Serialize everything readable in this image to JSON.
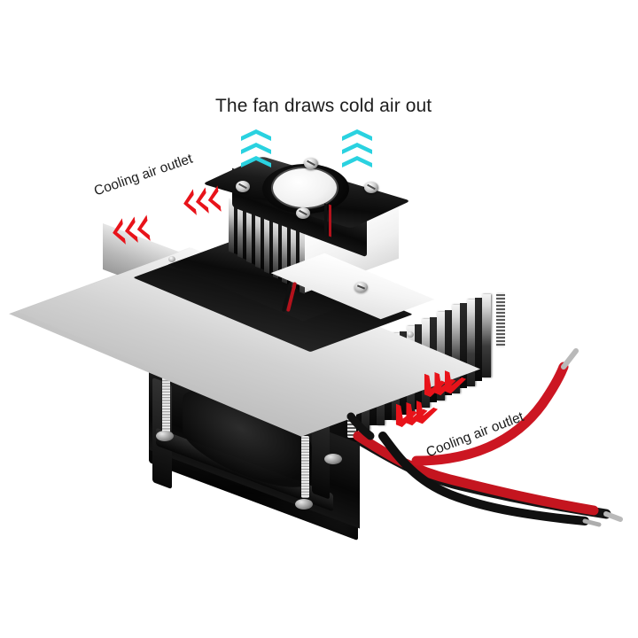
{
  "diagram": {
    "title": "The fan draws cold air out",
    "background_color": "#ffffff",
    "subject": "Thermoelectric Peltier cooler assembly with top fan, aluminium heat block, finned heatsink and bottom fan",
    "labels": {
      "top_airflow": "The fan draws cold air out",
      "left_outlet": "Cooling air outlet",
      "right_outlet": "Cooling air outlet"
    },
    "arrows": {
      "cyan_label": "cold air exhaust upward",
      "cyan_color": "#2ad2e0",
      "cyan_groups": 2,
      "cyan_per_group": 3,
      "red_color": "#e8131a",
      "red_left_groups": 2,
      "red_right_groups": 2,
      "red_per_group": 3
    },
    "parts": {
      "top_fan": "40mm black cooling fan",
      "top_fan_screws": 4,
      "small_heatsink": "finned aluminium heatsink",
      "bracket": "white aluminium L bracket",
      "thermal_pad": "black insulation foam pad",
      "main_block": "aluminium heat block",
      "fin_stack": "aluminium fin heatsink",
      "bottom_fan": "black bottom blower fan",
      "wires": "red and black power leads"
    },
    "colors": {
      "cyan": "#2ad2e0",
      "red": "#e8131a",
      "aluminium": "#d8d8d8",
      "black": "#111111",
      "wire_red": "#cc1622",
      "wire_black": "#141414"
    }
  }
}
